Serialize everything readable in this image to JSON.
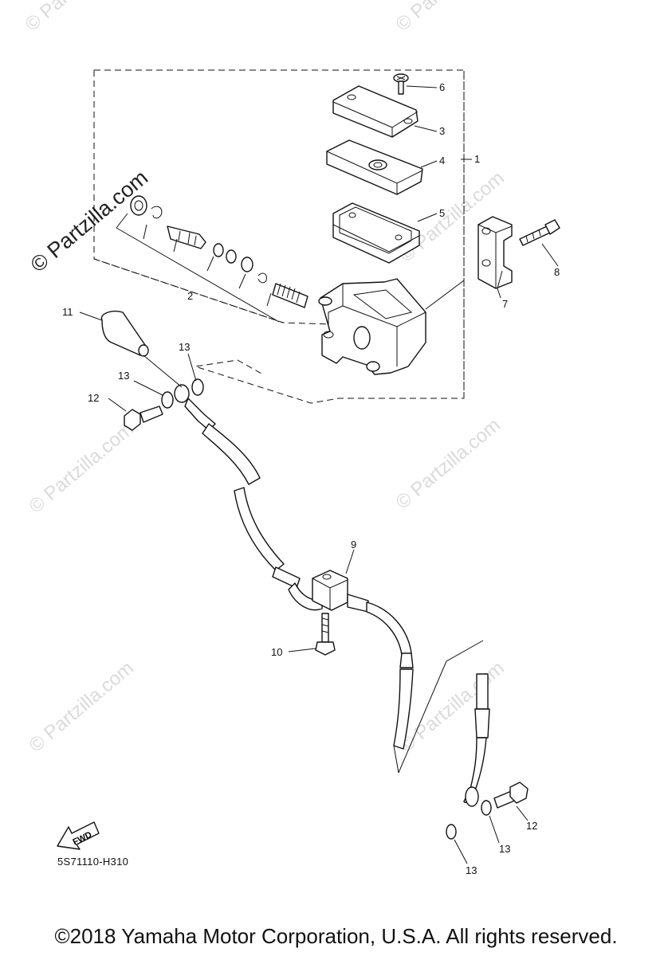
{
  "diagram": {
    "callouts": [
      "1",
      "2",
      "3",
      "4",
      "5",
      "6",
      "7",
      "8",
      "9",
      "10",
      "11",
      "12",
      "12",
      "13",
      "13",
      "13",
      "13"
    ],
    "watermark_small": "© Partzilla.com",
    "watermark_large": "© Partzilla.com",
    "fwd_label": "FWD",
    "reference_code": "5S71110-H310",
    "copyright": "©2018 Yamaha Motor Corporation, U.S.A. All rights reserved."
  }
}
